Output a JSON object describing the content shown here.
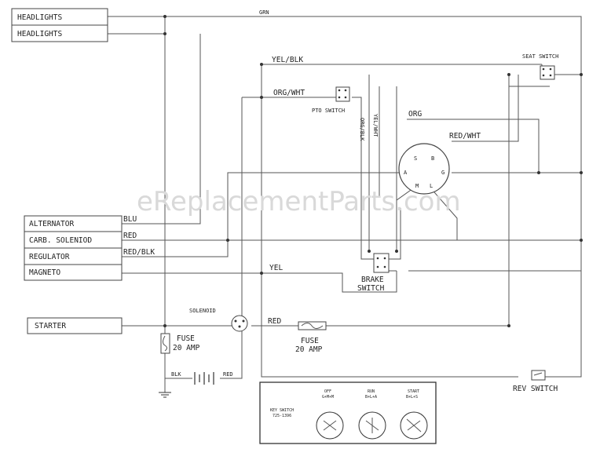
{
  "components": {
    "headlights_1": "HEADLIGHTS",
    "headlights_2": "HEADLIGHTS",
    "alternator": "ALTERNATOR",
    "carb_solenoid": "CARB. SOLENIOD",
    "regulator": "REGULATOR",
    "magneto": "MAGNETO",
    "starter": "STARTER",
    "solenoid": "SOLENOID",
    "seat_switch": "SEAT SWITCH",
    "pto_switch": "PTO SWITCH",
    "brake_switch_1": "BRAKE",
    "brake_switch_2": "SWITCH",
    "fuse_left_1": "FUSE",
    "fuse_left_2": "20 AMP",
    "fuse_mid_1": "FUSE",
    "fuse_mid_2": "20 AMP",
    "rev_switch": "REV SWITCH"
  },
  "wires": {
    "grn": "GRN",
    "yel_blk": "YEL/BLK",
    "org_wht": "ORG/WHT",
    "org_blk": "ORG/BLK",
    "yel_wht": "YEL/WHT",
    "org": "ORG",
    "red_wht": "RED/WHT",
    "blu": "BLU",
    "red_carb": "RED",
    "red_blk": "RED/BLK",
    "yel": "YEL",
    "red_starter": "RED",
    "blk": "BLK",
    "red_battery": "RED"
  },
  "key_switch": {
    "terminals": [
      "S",
      "B",
      "A",
      "G",
      "M",
      "L"
    ],
    "inset_label_1": "KEY SWITCH",
    "inset_label_2": "725-1396",
    "positions": [
      {
        "name": "OFF",
        "circuit": "G+M+M"
      },
      {
        "name": "RUN",
        "circuit": "B+L+A"
      },
      {
        "name": "START",
        "circuit": "B+L+S"
      }
    ]
  },
  "watermark": "eReplacementParts.com"
}
